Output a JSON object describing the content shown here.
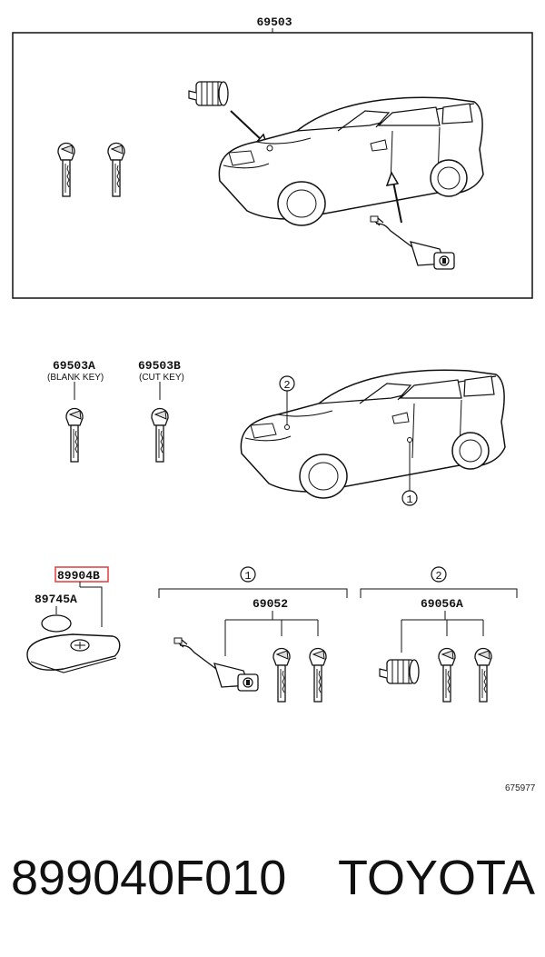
{
  "top_panel": {
    "part_number": "69503"
  },
  "keys": {
    "blank": {
      "part_number": "69503A",
      "caption": "(BLANK KEY)"
    },
    "cut": {
      "part_number": "69503B",
      "caption": "(CUT KEY)"
    }
  },
  "callouts": {
    "one": "1",
    "two": "2"
  },
  "remote": {
    "highlighted_part": "89904B",
    "battery_part": "89745A",
    "highlight_color": "#e03c3c"
  },
  "groups": {
    "one": {
      "marker": "1",
      "part_number": "69052"
    },
    "two": {
      "marker": "2",
      "part_number": "69056A"
    }
  },
  "illustration_code": "675977",
  "footer": {
    "part_number": "899040F010",
    "brand": "TOYOTA"
  }
}
